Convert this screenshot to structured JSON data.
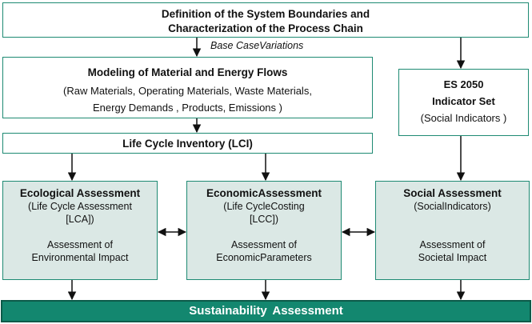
{
  "definition": {
    "line1": "Definition  of the System Boundaries  and",
    "line2": "Characterization of the Process  Chain"
  },
  "variation_label": "Base CaseVariations",
  "modeling": {
    "title": "Modeling  of Material  and Energy Flows",
    "line1": "(Raw Materials, Operating Materials, Waste Materials,",
    "line2": "Energy Demands , Products,    Emissions )"
  },
  "indicator_set": {
    "title1": "ES 2050",
    "title2": "Indicator  Set",
    "subtitle": "(Social Indicators )"
  },
  "lci": {
    "title": "Life Cycle Inventory  (LCI)"
  },
  "ecological": {
    "title": "Ecological Assessment",
    "line1": "(Life Cycle Assessment",
    "line2": "[LCA])",
    "line3": "Assessment of",
    "line4": "Environmental Impact"
  },
  "economic": {
    "title": "EconomicAssessment",
    "line1": "(Life CycleCosting",
    "line2": "[LCC])",
    "line3": "Assessment of",
    "line4": "EconomicParameters"
  },
  "social": {
    "title": "Social Assessment",
    "line1": "(SocialIndicators)",
    "line3": "Assessment of",
    "line4": "Societal Impact"
  },
  "sustainability": {
    "title": "Sustainability  Assessment"
  },
  "colors": {
    "border": "#1e8a73",
    "shaded_fill": "#dbe8e5",
    "sustainability_fill": "#13876f",
    "arrow": "#111111"
  }
}
